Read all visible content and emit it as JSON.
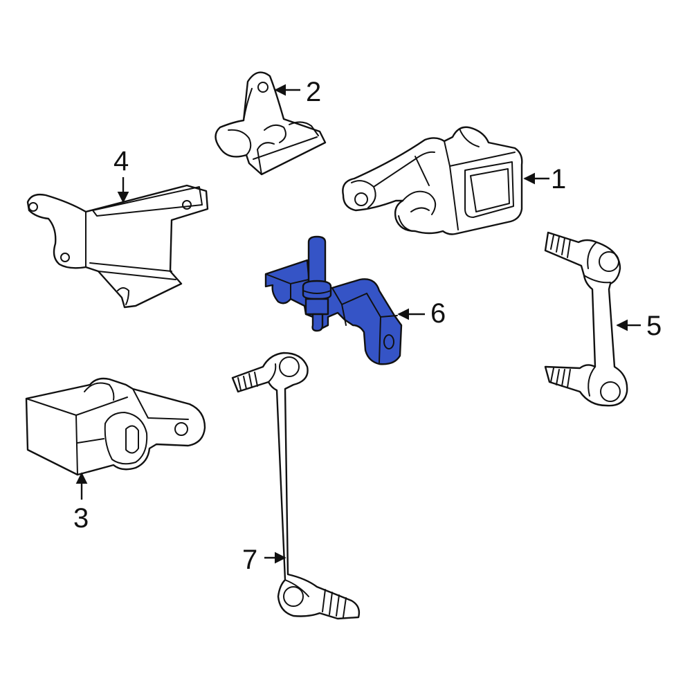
{
  "diagram": {
    "highlight_color": "#3554c6",
    "line_color": "#111111",
    "background": "#ffffff",
    "callouts": [
      {
        "id": "1",
        "label": "1",
        "part": "height-sensor-assembly"
      },
      {
        "id": "2",
        "label": "2",
        "part": "sensor-bracket"
      },
      {
        "id": "3",
        "label": "3",
        "part": "rear-height-sensor"
      },
      {
        "id": "4",
        "label": "4",
        "part": "mounting-plate"
      },
      {
        "id": "5",
        "label": "5",
        "part": "short-link-rod"
      },
      {
        "id": "6",
        "label": "6",
        "part": "sensor-arm-bracket"
      },
      {
        "id": "7",
        "label": "7",
        "part": "long-link-rod"
      }
    ],
    "highlighted_callout": "6"
  }
}
